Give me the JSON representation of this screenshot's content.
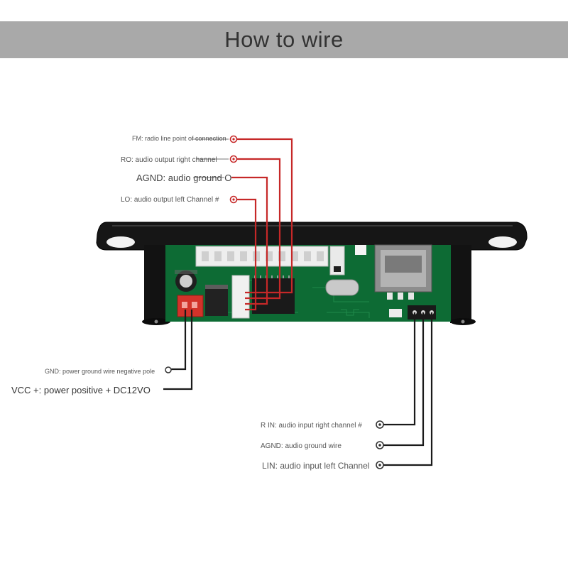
{
  "title": "How to wire",
  "wire_colors": {
    "top_leads": "#c62828",
    "bottom_leads": "#1a1a1a"
  },
  "top_terminals": [
    {
      "id": "fm",
      "label": "FM: radio line point of connection"
    },
    {
      "id": "ro",
      "label": "RO: audio output right channel"
    },
    {
      "id": "agnd-out",
      "label": "AGND: audio ground O"
    },
    {
      "id": "lo",
      "label": "LO: audio output left Channel #"
    }
  ],
  "power_terminals": [
    {
      "id": "gnd",
      "label": "GND: power ground wire negative pole"
    },
    {
      "id": "vcc",
      "label": "VCC +: power positive + DC12VO"
    }
  ],
  "input_terminals": [
    {
      "id": "rin",
      "label": "R IN: audio input right channel #"
    },
    {
      "id": "agnd-in",
      "label": "AGND: audio ground wire"
    },
    {
      "id": "lin",
      "label": "LIN: audio input left Channel"
    }
  ]
}
